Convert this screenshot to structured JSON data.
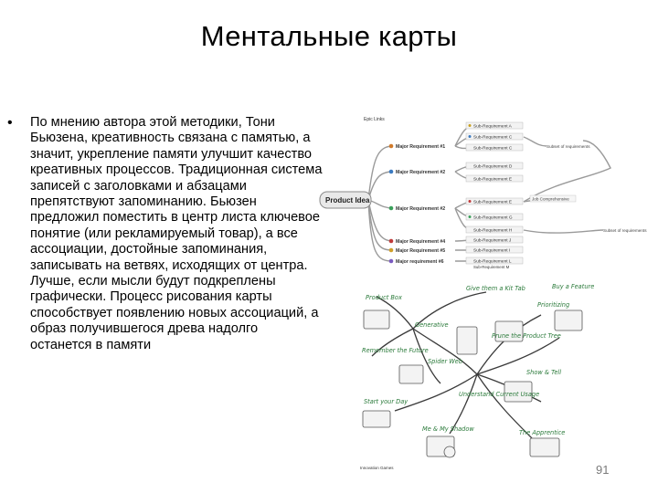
{
  "slide": {
    "title": "Ментальные карты",
    "bullet_symbol": "•",
    "bullet_text": "По мнению автора этой методики, Тони Бьюзена, креативность связана с памятью, а значит, укрепление памяти улучшит качество креативных процессов. Традиционная система записей с заголовками и абзацами препятствуют запоминанию. Бьюзен предложил поместить в центр листа ключевое понятие (или рекламируемый товар), а все ассоциации, достойные запоминания, записывать на ветвях, исходящих от центра. Лучше, если мысли будут подкреплены графически. Процесс рисования карты способствует появлению новых ассоциаций, а образ получившегося древа надолго останется в памяти",
    "page_number": "91"
  },
  "mindmap_top": {
    "corner_label": "Epic Links",
    "center": "Product Idea",
    "major": [
      "Major Requirement #1",
      "Major Requirement #2",
      "Major Requirement #2",
      "Major Requirement #4",
      "Major Requirement #5",
      "Major requirement #6"
    ],
    "subs": [
      "Sub-Requirement A",
      "Sub-Requirement C",
      "Sub-Requirement C",
      "Sub-Requirement D",
      "Sub-Requirement E",
      "Sub-Requirement E",
      "Sub-Requirement G",
      "Sub-Requirement H",
      "Sub-Requirement J",
      "Sub-Requirement I",
      "Sub-Requirement L",
      "Sub-Requirement M"
    ],
    "right_notes": [
      "Subset of requirements",
      "Job Comprehensive",
      "Subset of requirements"
    ]
  },
  "mindmap_bottom": {
    "nodes": [
      "Product Box",
      "Give them a Kit Tab",
      "Buy a Feature",
      "Prioritizing",
      "Generative",
      "Prune the Product Tree",
      "Remember the Future",
      "Spider Web",
      "Show & Tell",
      "Start your Day",
      "Understand Current Usage",
      "Me & My Shadow",
      "The Apprentice"
    ],
    "footer": "Innovation Games"
  }
}
